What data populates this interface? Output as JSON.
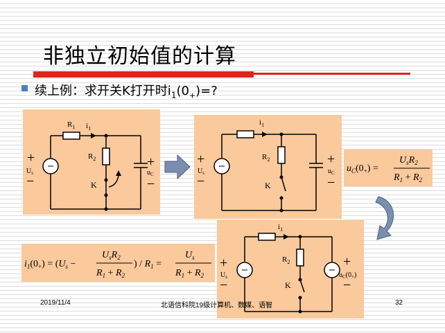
{
  "slide": {
    "title": "非独立初始值的计算",
    "subtitle": "续上例：求开关K打开时i",
    "subtitle_sub": "1",
    "subtitle_tail": "(0",
    "subtitle_plus": "+",
    "subtitle_end": ")=?"
  },
  "circuit_labels": {
    "R1": "R",
    "R1_sub": "1",
    "R2": "R",
    "R2_sub": "2",
    "i1": "i",
    "i1_sub": "1",
    "K": "K",
    "Us": "U",
    "Us_sub": "s",
    "uC": "u",
    "uC_sub": "C",
    "uC0": "u",
    "uC0_sub": "C",
    "uC0_arg": "(0",
    "uC0_plus": "+",
    "uC0_close": ")",
    "plus": "+",
    "minus": "−"
  },
  "formula_right": {
    "lhs": "u",
    "lhs_sub": "C",
    "arg": "(0",
    "plus": "+",
    "close": ") =",
    "num": "U",
    "num_sub": "s",
    "num_r": "R",
    "num_r_sub": "2",
    "den_a": "R",
    "den_a_sub": "1",
    "den_plus": " + ",
    "den_b": "R",
    "den_b_sub": "2"
  },
  "formula_left": {
    "lhs": "i",
    "lhs_sub": "1",
    "arg": "(0",
    "plus": "+",
    "close": ") = (",
    "us": "U",
    "us_sub": "s",
    "minus": " − ",
    "num": "U",
    "num_sub": "s",
    "num_r": "R",
    "num_r_sub": "2",
    "den_a": "R",
    "den_a_sub": "1",
    "den_plus": " + ",
    "den_b": "R",
    "den_b_sub": "2",
    "div": ") / ",
    "r1": "R",
    "r1_sub": "1",
    "eq": " = ",
    "num2": "U",
    "num2_sub": "s"
  },
  "footer": {
    "date": "2019/11/4",
    "org": "北语信科院19级计算机、数媒、语智",
    "page": "32"
  },
  "colors": {
    "panel": "#fac99c",
    "title_bar": "#e2231a",
    "bullet": "#4e7dc0",
    "arrow": "#7a8fb0"
  }
}
